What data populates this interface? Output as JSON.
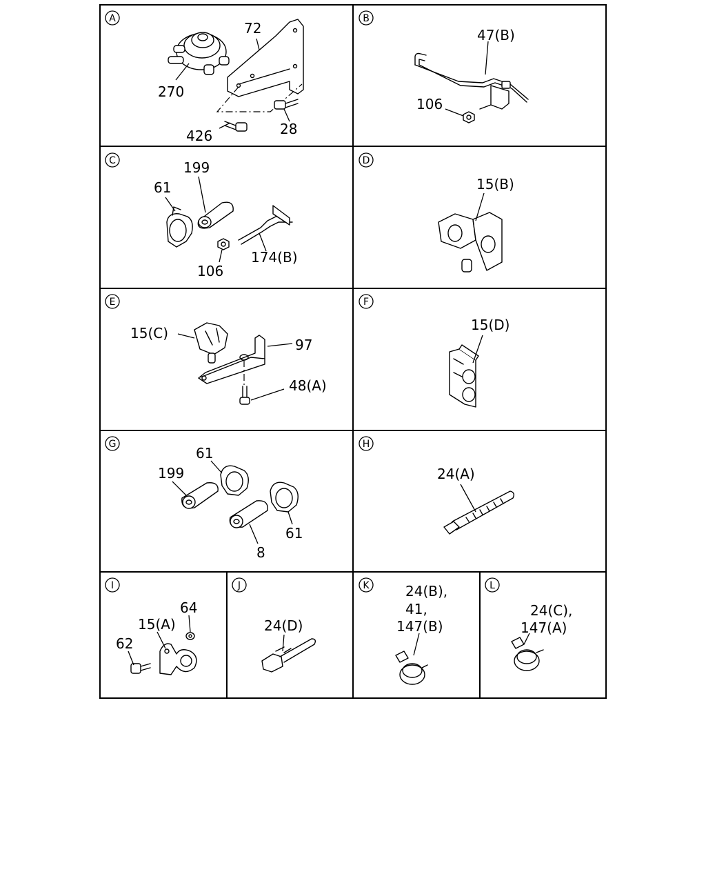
{
  "panels": {
    "A": {
      "letter": "A",
      "callouts": [
        "72",
        "270",
        "426",
        "28"
      ]
    },
    "B": {
      "letter": "B",
      "callouts": [
        "47(B)",
        "106"
      ]
    },
    "C": {
      "letter": "C",
      "callouts": [
        "199",
        "61",
        "106",
        "174(B)"
      ]
    },
    "D": {
      "letter": "D",
      "callouts": [
        "15(B)"
      ]
    },
    "E": {
      "letter": "E",
      "callouts": [
        "15(C)",
        "97",
        "48(A)"
      ]
    },
    "F": {
      "letter": "F",
      "callouts": [
        "15(D)"
      ]
    },
    "G": {
      "letter": "G",
      "callouts": [
        "61",
        "199",
        "8",
        "61"
      ]
    },
    "H": {
      "letter": "H",
      "callouts": [
        "24(A)"
      ]
    },
    "I": {
      "letter": "I",
      "callouts": [
        "64",
        "15(A)",
        "62"
      ]
    },
    "J": {
      "letter": "J",
      "callouts": [
        "24(D)"
      ]
    },
    "K": {
      "letter": "K",
      "callouts": [
        "24(B),",
        "41,",
        "147(B)"
      ]
    },
    "L": {
      "letter": "L",
      "callouts": [
        "24(C),",
        "147(A)"
      ]
    }
  }
}
